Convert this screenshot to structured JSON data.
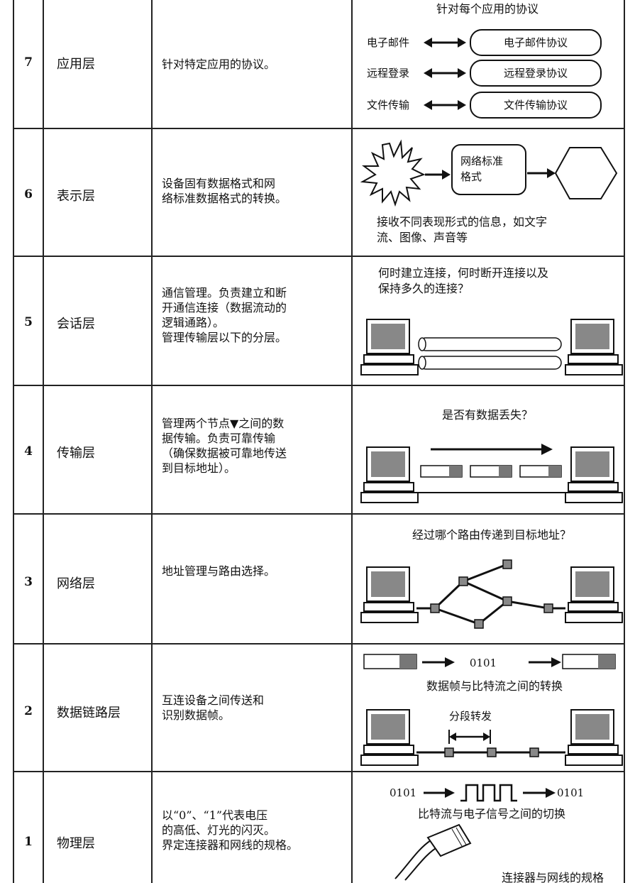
{
  "layers": [
    {
      "num": "7",
      "name": "应用层",
      "desc": "针对特定应用的协议。"
    },
    {
      "num": "6",
      "name": "表示层",
      "desc": "设备固有数据格式和网\n络标准数据格式的转换。"
    },
    {
      "num": "5",
      "name": "会话层",
      "desc": "通信管理。负责建立和断\n开通信连接（数据流动的\n逻辑通路）。\n管理传输层以下的分层。"
    },
    {
      "num": "4",
      "name": "传输层",
      "desc": "管理两个节点▼之间的数\n据传输。负责可靠传输\n（确保数据被可靠地传送\n到目标地址）。"
    },
    {
      "num": "3",
      "name": "网络层",
      "desc": "地址管理与路由选择。"
    },
    {
      "num": "2",
      "name": "数据链路层",
      "desc": "互连设备之间传送和\n识别数据帧。"
    },
    {
      "num": "1",
      "name": "物理层",
      "desc": "以“0”、“1”代表电压\n的高低、灯光的闪灭。\n界定连接器和网线的规格。"
    }
  ],
  "app_layer": {
    "title": "针对每个应用的协议",
    "rows": [
      {
        "left": "电子邮件",
        "right": "电子邮件协议"
      },
      {
        "left": "远程登录",
        "right": "远程登录协议"
      },
      {
        "left": "文件传输",
        "right": "文件传输协议"
      }
    ]
  },
  "presentation_layer": {
    "box_label_1": "网络标准",
    "box_label_2": "格式",
    "caption": "接收不同表现形式的信息，如文字\n流、图像、声音等"
  },
  "session_layer": {
    "caption": "何时建立连接，何时断开连接以及\n保持多久的连接？"
  },
  "transport_layer": {
    "caption": "是否有数据丢失？"
  },
  "network_layer": {
    "caption": "经过哪个路由传递到目标地址？"
  },
  "datalink_layer": {
    "bits": "0101",
    "caption": "数据帧与比特流之间的转换",
    "hop_label": "分段转发"
  },
  "physical_layer": {
    "bits_in": "0101",
    "bits_out": "0101",
    "caption": "比特流与电子信号之间的切换",
    "bottom_caption": "连接器与网线的规格"
  }
}
